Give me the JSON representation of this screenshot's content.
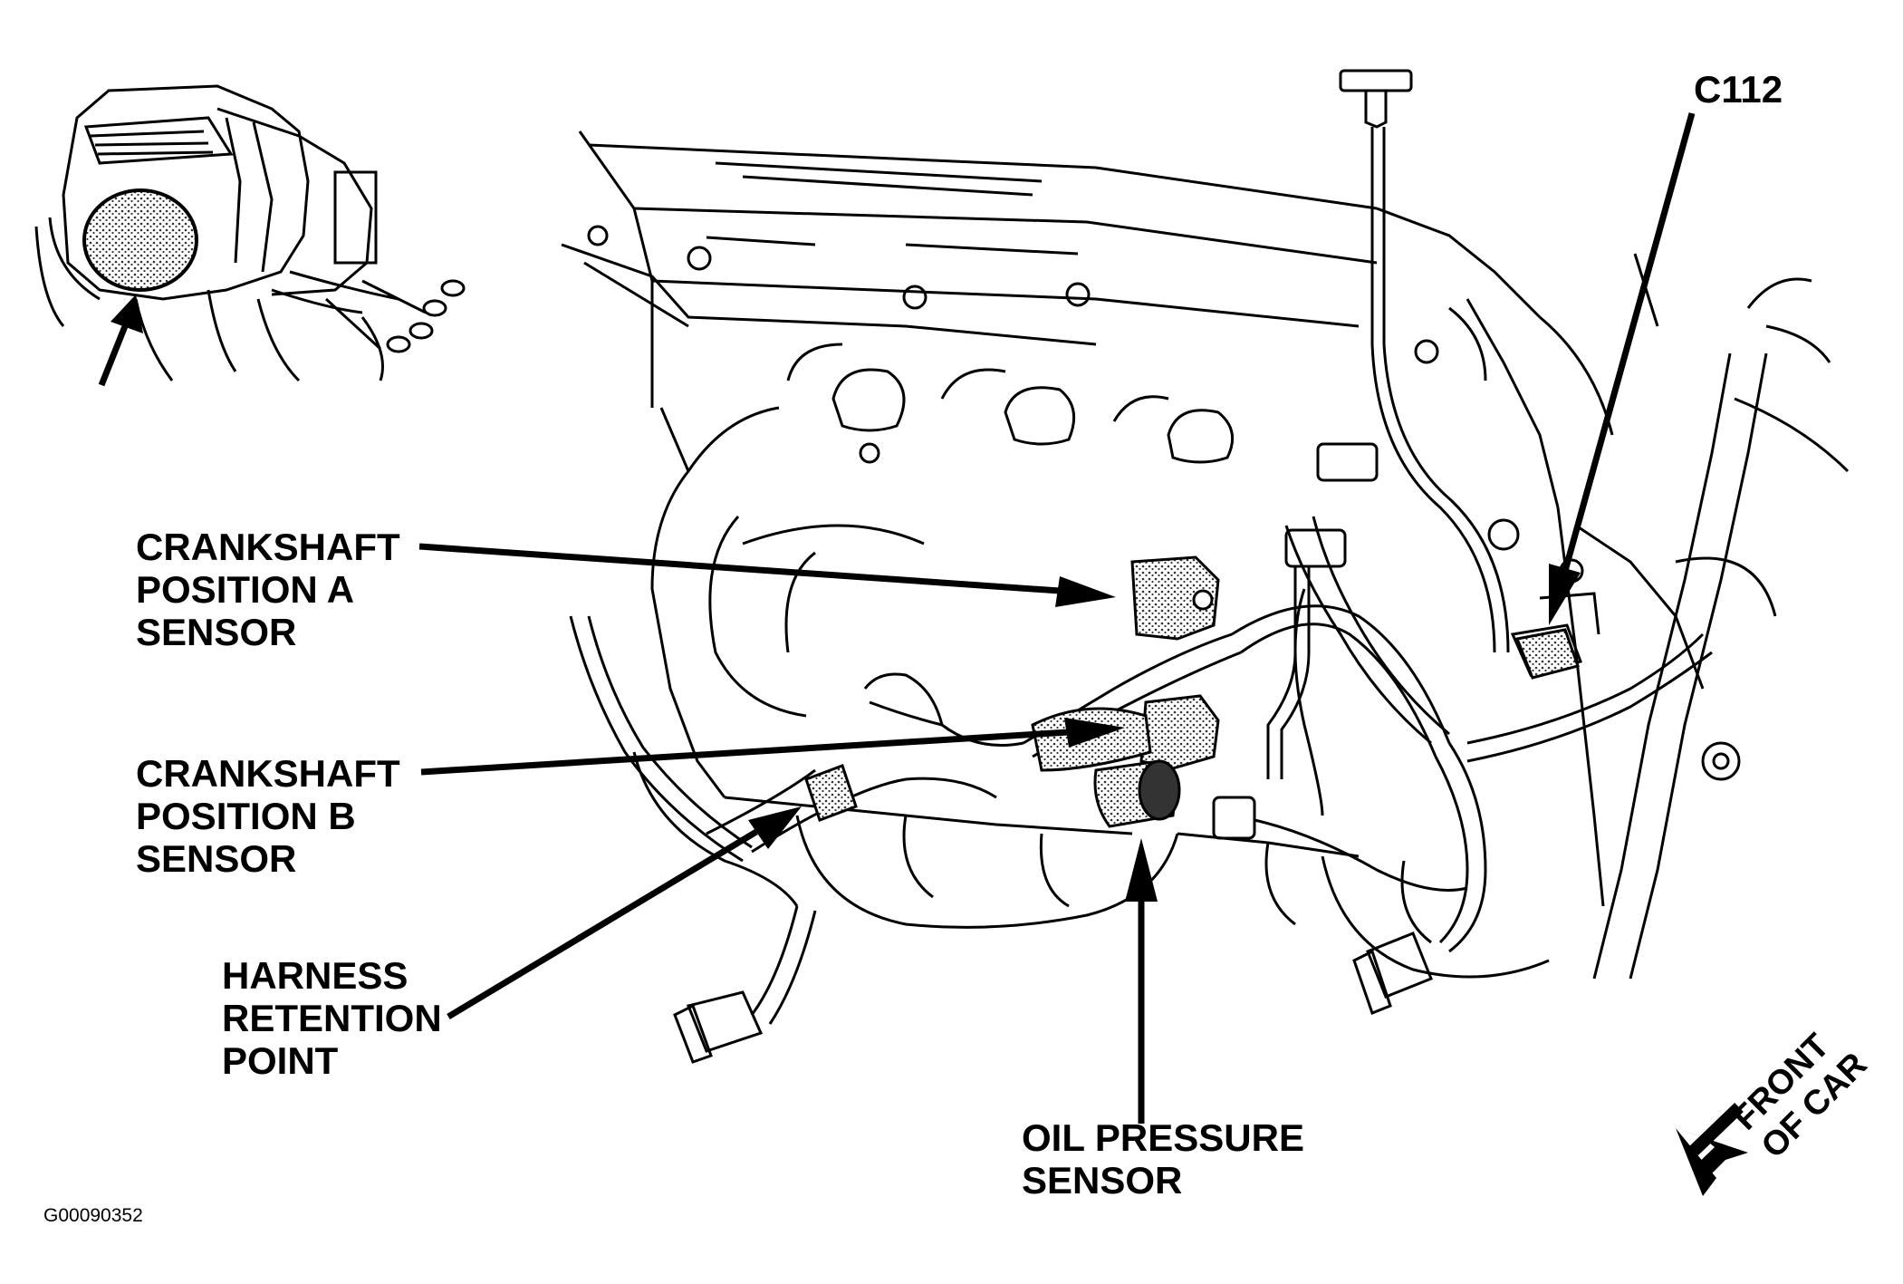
{
  "labels": {
    "c112": "C112",
    "crank_a": [
      "CRANKSHAFT",
      "POSITION A",
      "SENSOR"
    ],
    "crank_b": [
      "CRANKSHAFT",
      "POSITION B",
      "SENSOR"
    ],
    "harness": [
      "HARNESS",
      "RETENTION",
      "POINT"
    ],
    "oil": [
      "OIL PRESSURE",
      "SENSOR"
    ],
    "front_of_car": [
      "FRONT",
      "OF CAR"
    ],
    "figure_id": "G00090352"
  },
  "colors": {
    "ink": "#000000",
    "paper": "#ffffff",
    "stipple": "#555555"
  }
}
